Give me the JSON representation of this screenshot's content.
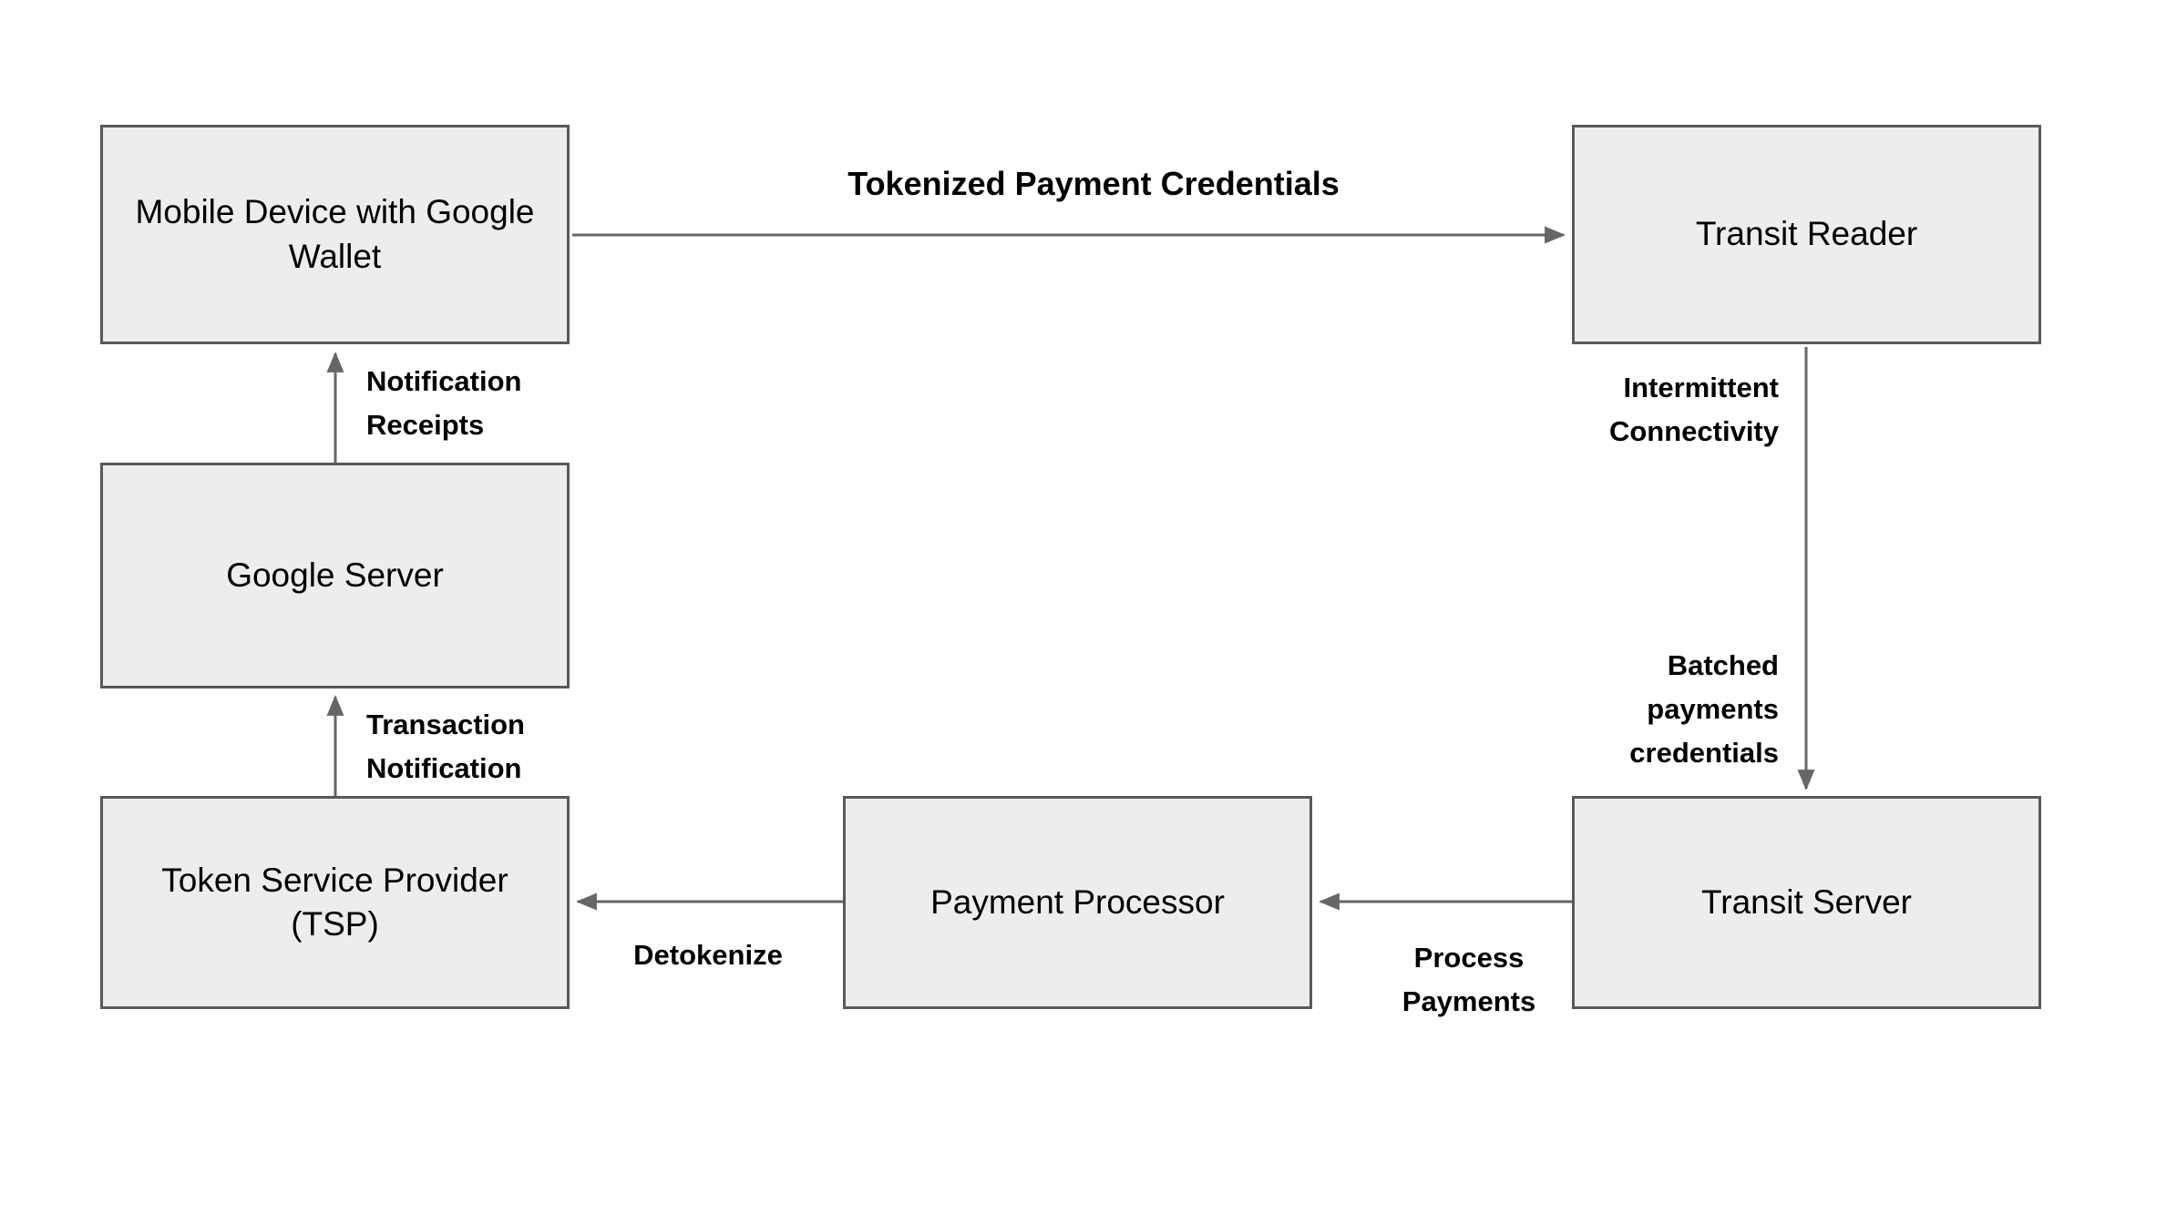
{
  "diagram": {
    "background_color": "#ffffff",
    "node_fill_color": "#ededed",
    "node_border_color": "#595959",
    "arrow_color": "#666666",
    "label_color": "#000000",
    "nodes": {
      "mobile_device": {
        "label": "Mobile Device with Google Wallet"
      },
      "transit_reader": {
        "label": "Transit Reader"
      },
      "google_server": {
        "label": "Google Server"
      },
      "token_service_provider": {
        "label": "Token Service Provider (TSP)"
      },
      "payment_processor": {
        "label": "Payment Processor"
      },
      "transit_server": {
        "label": "Transit Server"
      }
    },
    "edges": {
      "mobile_to_reader": {
        "from": "mobile_device",
        "to": "transit_reader",
        "label": "Tokenized Payment Credentials"
      },
      "reader_to_transit_server": {
        "from": "transit_reader",
        "to": "transit_server",
        "note": "Intermittent\nConnectivity",
        "label": "Batched\npayments\ncredentials"
      },
      "transit_server_to_processor": {
        "from": "transit_server",
        "to": "payment_processor",
        "label": "Process\nPayments"
      },
      "processor_to_tsp": {
        "from": "payment_processor",
        "to": "token_service_provider",
        "label": "Detokenize"
      },
      "tsp_to_google_server": {
        "from": "token_service_provider",
        "to": "google_server",
        "label": "Transaction\nNotification"
      },
      "google_server_to_mobile": {
        "from": "google_server",
        "to": "mobile_device",
        "label": "Notification\nReceipts"
      }
    }
  }
}
